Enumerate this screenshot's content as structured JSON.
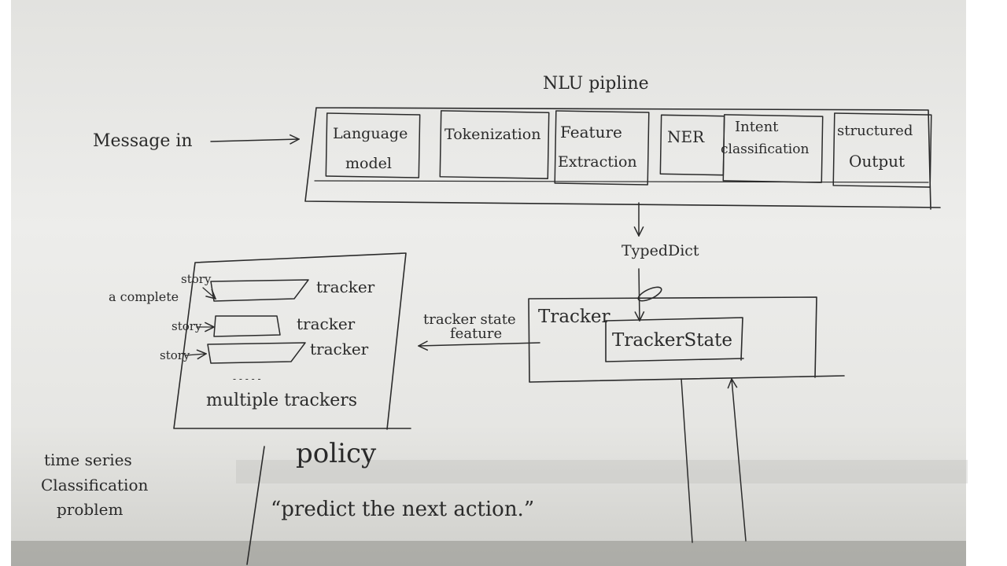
{
  "diagram": {
    "pipeline_title": "NLU pipline",
    "message_in": "Message in",
    "components": [
      {
        "line1": "Language",
        "line2": "model"
      },
      {
        "line1": "Tokenization",
        "line2": ""
      },
      {
        "line1": "Feature",
        "line2": "Extraction"
      },
      {
        "line1": "NER",
        "line2": ""
      },
      {
        "line1": "Intent",
        "line2": "classification"
      },
      {
        "line1": "structured",
        "line2": "Output"
      }
    ],
    "typed_dict": "TypedDict",
    "tracker": "Tracker",
    "tracker_state": "TrackerState",
    "tracker_state_feature": {
      "line1": "tracker state",
      "line2": "feature"
    },
    "a_complete": "a complete",
    "story_rows": [
      {
        "story": "story",
        "tracker": "tracker"
      },
      {
        "story": "story",
        "tracker": "tracker"
      },
      {
        "story": "story",
        "tracker": "tracker"
      }
    ],
    "dots": "- - - - -",
    "multiple_trackers": "multiple trackers",
    "policy": "policy",
    "predict": "“predict the next action.”",
    "time_series": {
      "line1": "time series",
      "line2": "Classification",
      "line3": "problem"
    }
  },
  "colors": {
    "paper": "#ececea",
    "background": "#ffffff",
    "ink": "#2b2b2b",
    "shadow": "#9a9a96"
  }
}
